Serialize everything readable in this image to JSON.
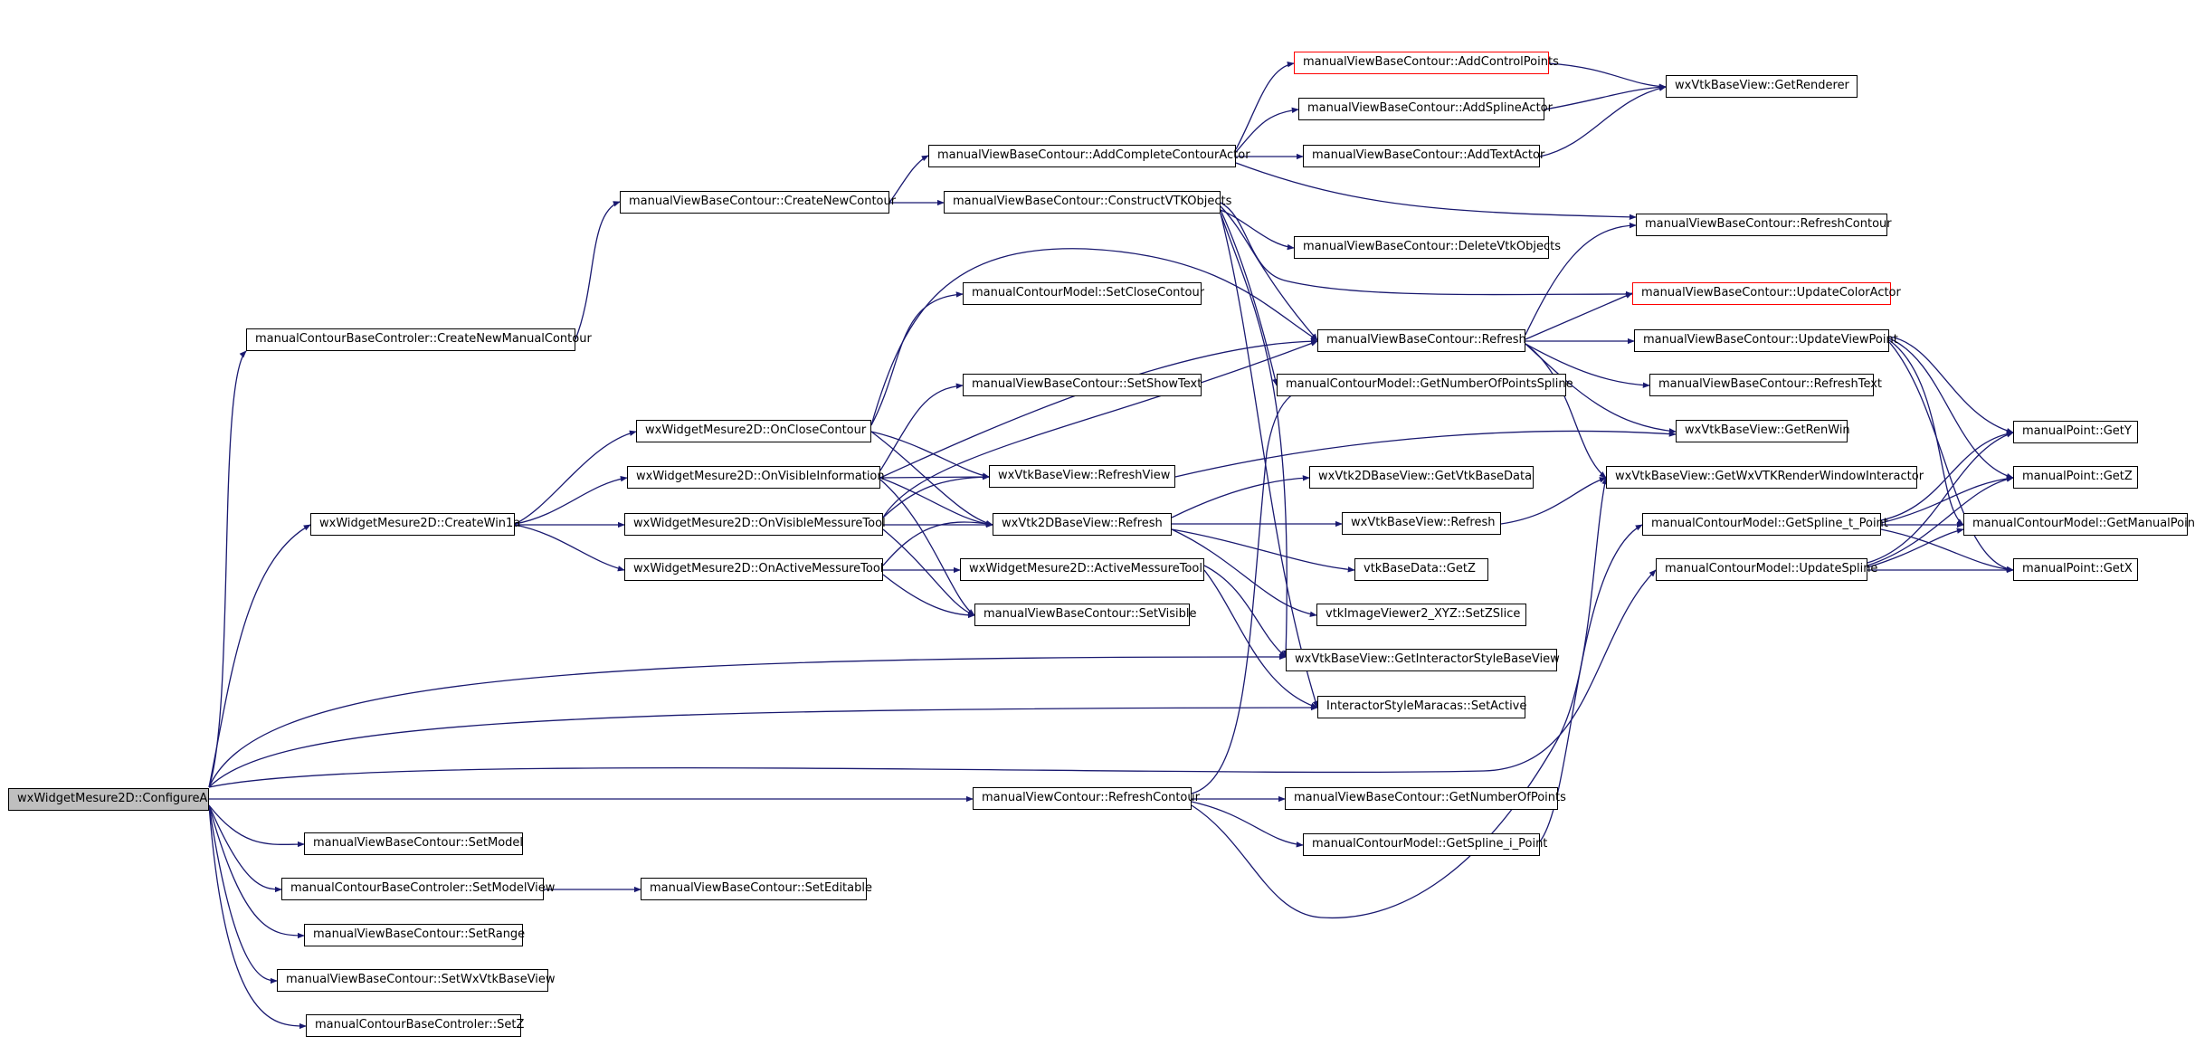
{
  "colors": {
    "edge": "#191970",
    "node_border": "#000000",
    "root_fill": "#bfbfbf",
    "truncated_border": "#ff0000"
  },
  "nodes": {
    "configure_a": "wxWidgetMesure2D::ConfigureA",
    "create_new_manual_contour": "manualContourBaseControler::CreateNewManualContour",
    "create_win1a": "wxWidgetMesure2D::CreateWin1a",
    "set_model": "manualViewBaseContour::SetModel",
    "set_model_view": "manualContourBaseControler::SetModelView",
    "set_range": "manualViewBaseContour::SetRange",
    "set_wx_vtk_base_view": "manualViewBaseContour::SetWxVtkBaseView",
    "set_z_controler": "manualContourBaseControler::SetZ",
    "create_new_contour": "manualViewBaseContour::CreateNewContour",
    "on_close_contour": "wxWidgetMesure2D::OnCloseContour",
    "on_visible_information": "wxWidgetMesure2D::OnVisibleInformation",
    "on_visible_messure_tool": "wxWidgetMesure2D::OnVisibleMessureTool",
    "on_active_messure_tool": "wxWidgetMesure2D::OnActiveMessureTool",
    "set_editable": "manualViewBaseContour::SetEditable",
    "add_complete_contour_actor": "manualViewBaseContour::AddCompleteContourActor",
    "construct_vtk_objects": "manualViewBaseContour::ConstructVTKObjects",
    "set_close_contour": "manualContourModel::SetCloseContour",
    "set_show_text": "manualViewBaseContour::SetShowText",
    "refresh_view": "wxVtkBaseView::RefreshView",
    "vtk2d_refresh": "wxVtk2DBaseView::Refresh",
    "active_messure_tool": "wxWidgetMesure2D::ActiveMessureTool",
    "set_visible": "manualViewBaseContour::SetVisible",
    "manual_view_contour_refresh_contour": "manualViewContour::RefreshContour",
    "add_control_points": "manualViewBaseContour::AddControlPoints",
    "add_spline_actor": "manualViewBaseContour::AddSplineActor",
    "add_text_actor": "manualViewBaseContour::AddTextActor",
    "delete_vtk_objects": "manualViewBaseContour::DeleteVtkObjects",
    "base_refresh": "manualViewBaseContour::Refresh",
    "get_number_of_points_spline": "manualContourModel::GetNumberOfPointsSpline",
    "get_vtk_base_data": "wxVtk2DBaseView::GetVtkBaseData",
    "vtk_base_view_refresh": "wxVtkBaseView::Refresh",
    "vtk_base_data_get_z": "vtkBaseData::GetZ",
    "set_z_slice": "vtkImageViewer2_XYZ::SetZSlice",
    "get_interactor_style_base_view": "wxVtkBaseView::GetInteractorStyleBaseView",
    "interactor_style_set_active": "InteractorStyleMaracas::SetActive",
    "get_number_of_points": "manualViewBaseContour::GetNumberOfPoints",
    "get_spline_i_point": "manualContourModel::GetSpline_i_Point",
    "get_renderer": "wxVtkBaseView::GetRenderer",
    "base_refresh_contour": "manualViewBaseContour::RefreshContour",
    "update_color_actor": "manualViewBaseContour::UpdateColorActor",
    "update_view_point": "manualViewBaseContour::UpdateViewPoint",
    "refresh_text": "manualViewBaseContour::RefreshText",
    "get_ren_win": "wxVtkBaseView::GetRenWin",
    "get_wx_vtk_render_window_interactor": "wxVtkBaseView::GetWxVTKRenderWindowInteractor",
    "get_spline_t_point": "manualContourModel::GetSpline_t_Point",
    "update_spline": "manualContourModel::UpdateSpline",
    "point_get_y": "manualPoint::GetY",
    "point_get_z": "manualPoint::GetZ",
    "get_manual_point": "manualContourModel::GetManualPoint",
    "point_get_x": "manualPoint::GetX"
  }
}
